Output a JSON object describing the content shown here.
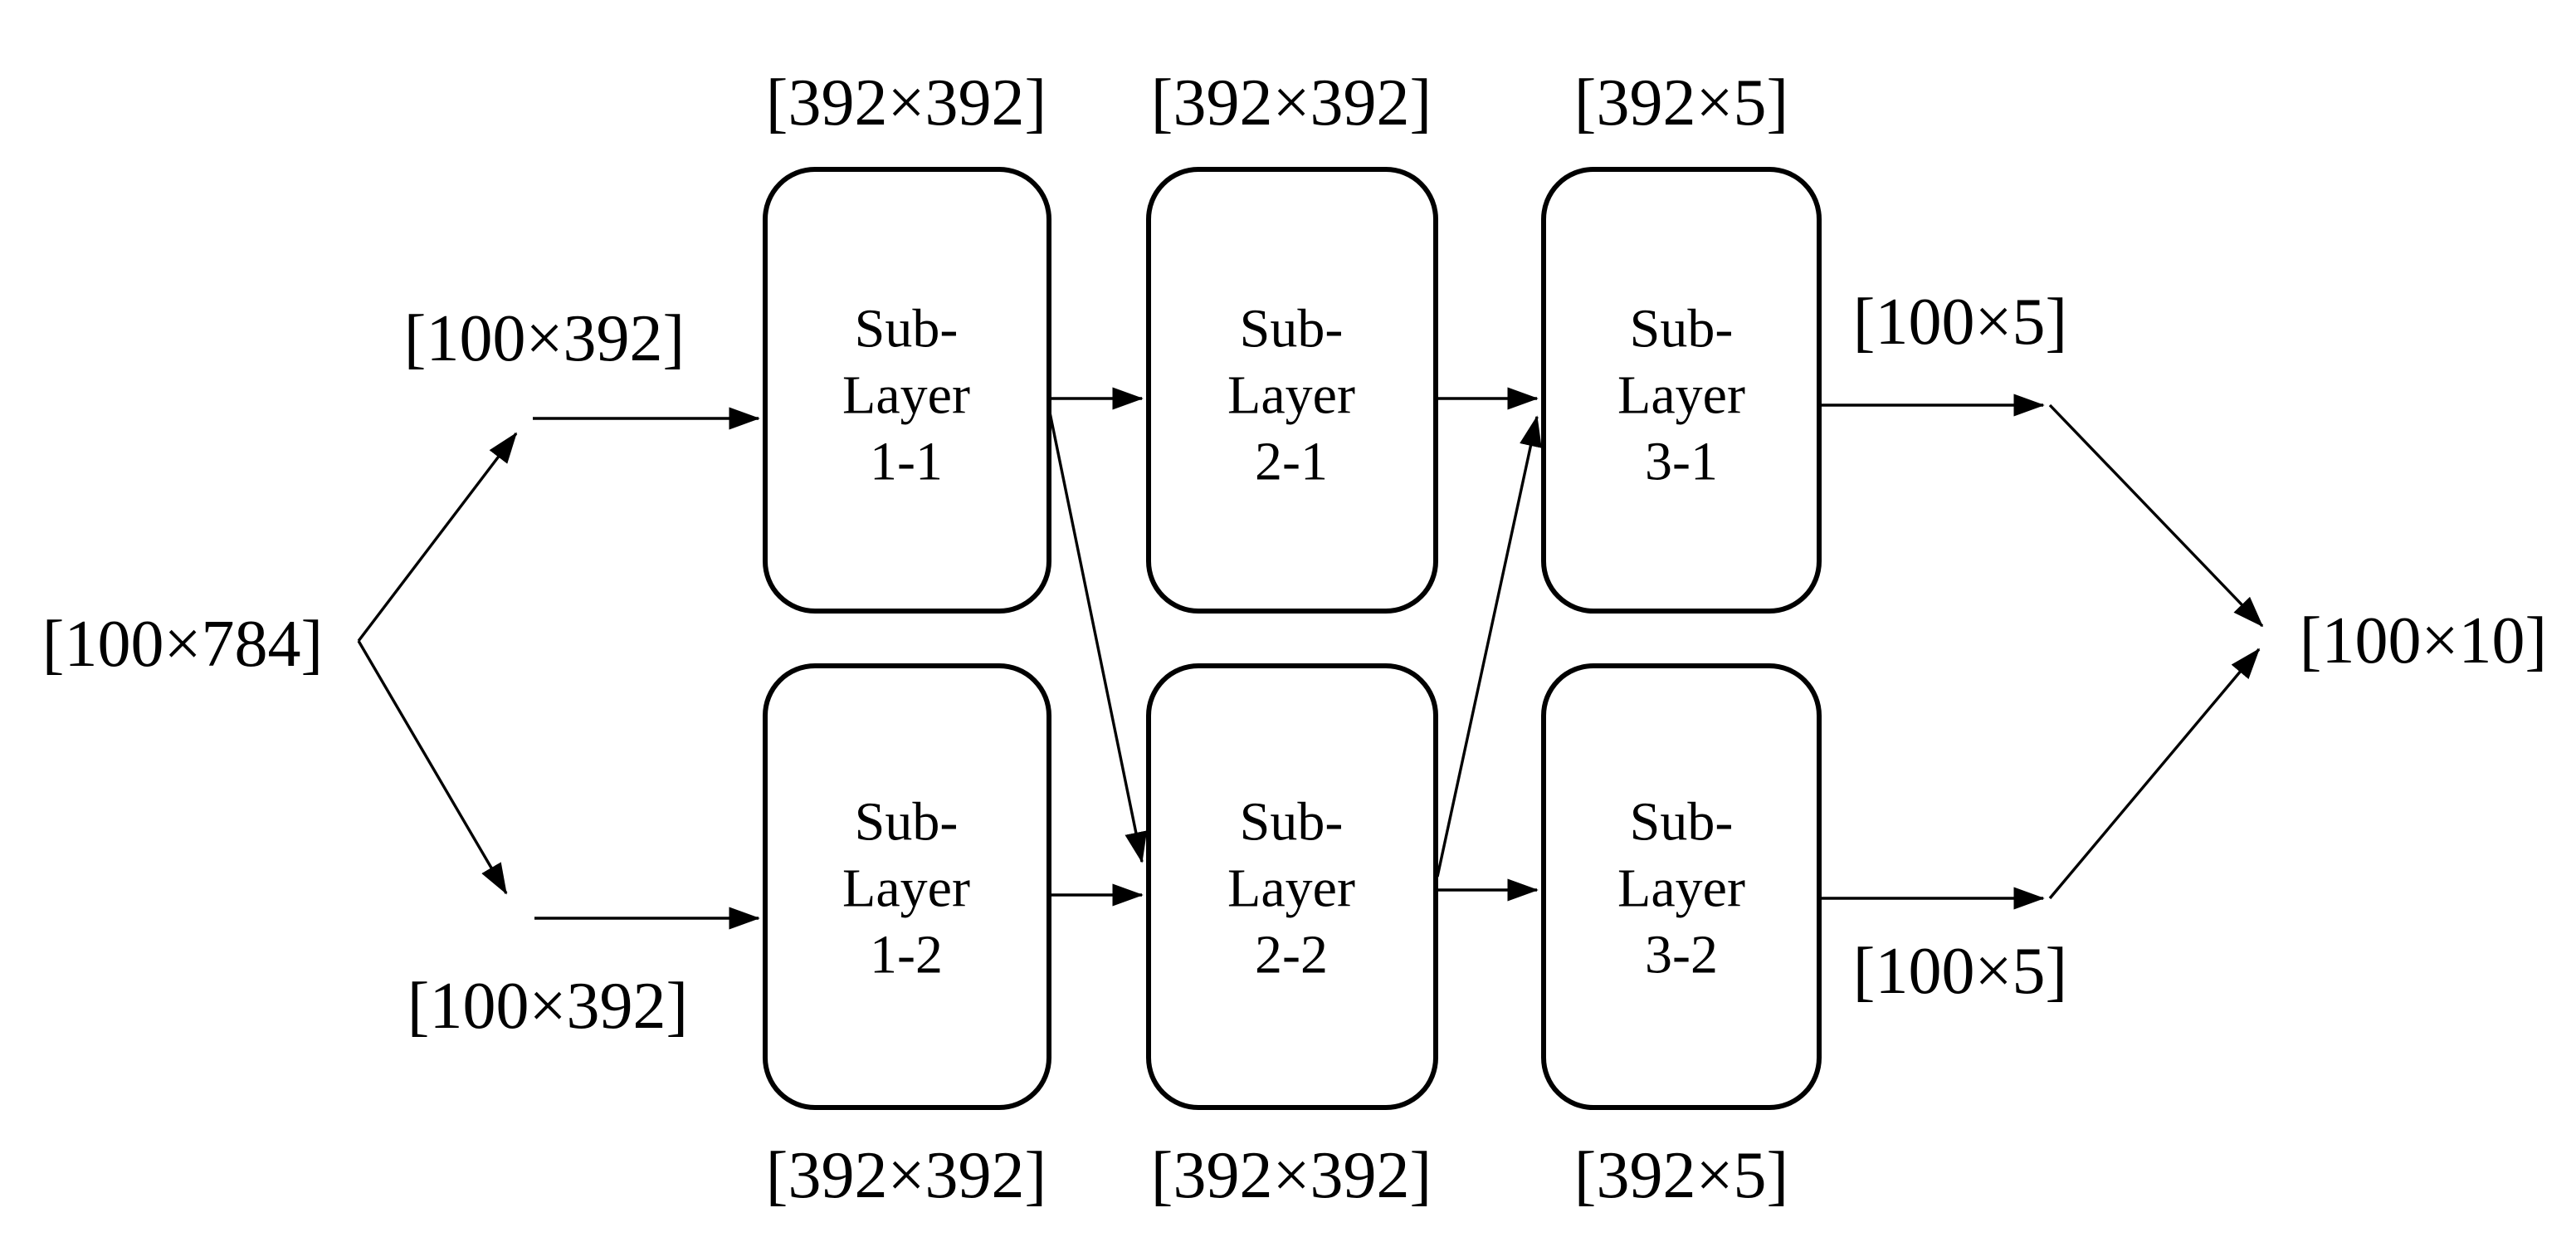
{
  "diagram": {
    "title": "parallel sub-layer network flow",
    "background_color": "#ffffff",
    "stroke_color": "#000000",
    "input": {
      "label": "[100×784]"
    },
    "branches": {
      "top": {
        "label": "[100×392]"
      },
      "bottom": {
        "label": "[100×392]"
      }
    },
    "sublayers": [
      {
        "id": "1-1",
        "row": "top",
        "col": 1,
        "lines": [
          "Sub-",
          "Layer",
          "1-1"
        ],
        "weight_label": "[392×392]",
        "weight_label_position": "above"
      },
      {
        "id": "2-1",
        "row": "top",
        "col": 2,
        "lines": [
          "Sub-",
          "Layer",
          "2-1"
        ],
        "weight_label": "[392×392]",
        "weight_label_position": "above"
      },
      {
        "id": "3-1",
        "row": "top",
        "col": 3,
        "lines": [
          "Sub-",
          "Layer",
          "3-1"
        ],
        "weight_label": "[392×5]",
        "weight_label_position": "above"
      },
      {
        "id": "1-2",
        "row": "bottom",
        "col": 1,
        "lines": [
          "Sub-",
          "Layer",
          "1-2"
        ],
        "weight_label": "[392×392]",
        "weight_label_position": "below"
      },
      {
        "id": "2-2",
        "row": "bottom",
        "col": 2,
        "lines": [
          "Sub-",
          "Layer",
          "2-2"
        ],
        "weight_label": "[392×392]",
        "weight_label_position": "below"
      },
      {
        "id": "3-2",
        "row": "bottom",
        "col": 3,
        "lines": [
          "Sub-",
          "Layer",
          "3-2"
        ],
        "weight_label": "[392×5]",
        "weight_label_position": "below"
      }
    ],
    "outputs": {
      "top": {
        "label": "[100×5]"
      },
      "bottom": {
        "label": "[100×5]"
      },
      "final": {
        "label": "[100×10]"
      }
    },
    "edges": [
      "input -> sub-layer 1-1",
      "input -> sub-layer 1-2",
      "sub-layer 1-1 -> sub-layer 2-1",
      "sub-layer 1-1 -> sub-layer 2-2",
      "sub-layer 1-2 -> sub-layer 2-2",
      "sub-layer 2-1 -> sub-layer 3-1",
      "sub-layer 2-2 -> sub-layer 3-1",
      "sub-layer 2-2 -> sub-layer 3-2",
      "sub-layer 3-1 -> final output",
      "sub-layer 3-2 -> final output"
    ]
  }
}
